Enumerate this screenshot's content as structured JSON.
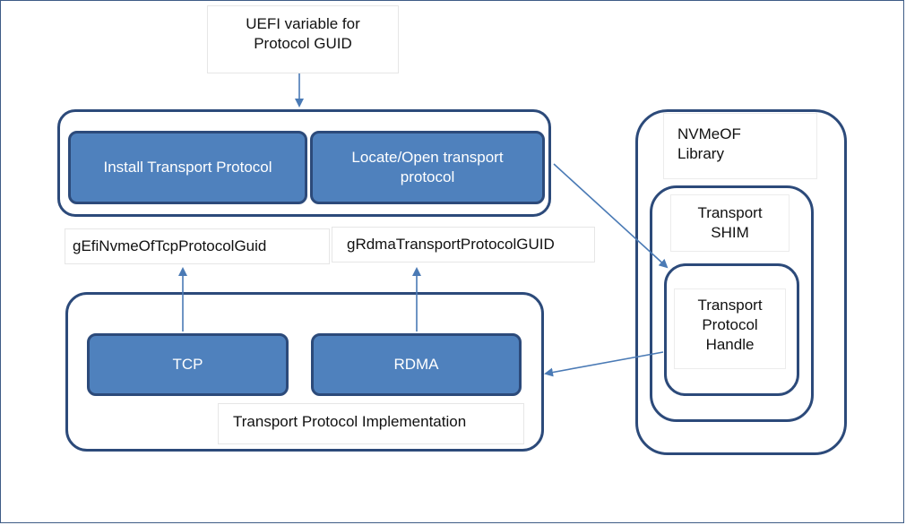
{
  "uefi_variable": "UEFI variable for\nProtocol GUID",
  "install_protocol": "Install Transport Protocol",
  "locate_protocol": "Locate/Open transport\nprotocol",
  "tcp_guid": "gEfiNvmeOfTcpProtocolGuid",
  "rdma_guid": "gRdmaTransportProtocolGUID",
  "tcp": "TCP",
  "rdma": "RDMA",
  "implementation": "Transport Protocol Implementation",
  "nvmeof_library": "NVMeOF\nLibrary",
  "transport_shim": "Transport\nSHIM",
  "protocol_handle": "Transport\nProtocol\nHandle",
  "colors": {
    "fill": "#4f81bd",
    "border": "#2c4a7a",
    "arrow": "#4a7ab5"
  }
}
